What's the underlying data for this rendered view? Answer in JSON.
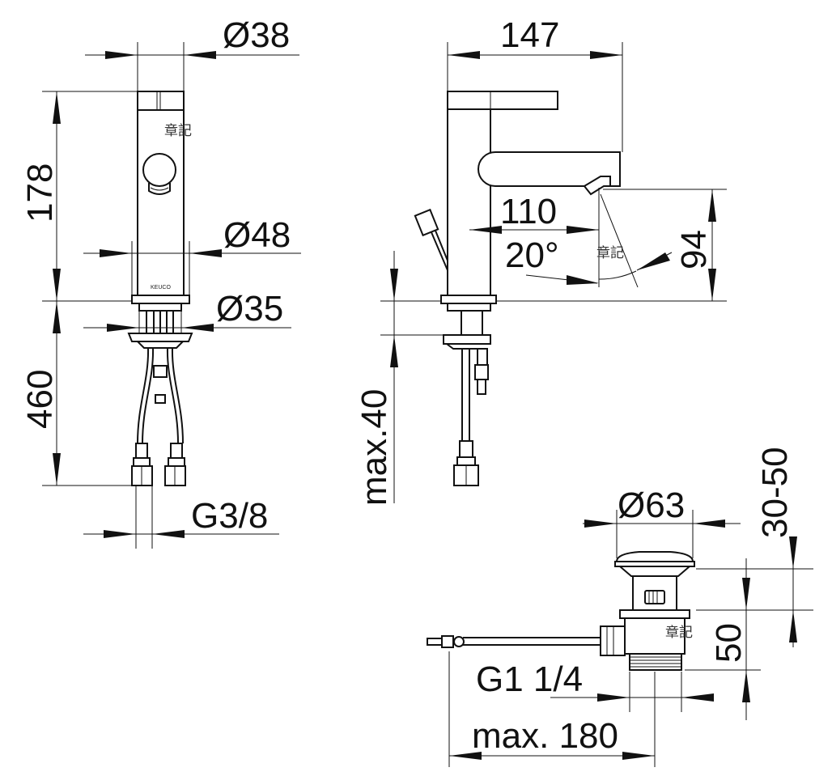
{
  "dimensions": {
    "front_top_diameter": "Ø38",
    "front_height": "178",
    "front_base_diameter": "Ø48",
    "front_flange_diameter": "Ø35",
    "front_hose_length": "460",
    "front_thread": "G3/8",
    "side_width": "147",
    "side_reach": "110",
    "side_angle": "20°",
    "side_spout_height": "94",
    "side_max_thickness": "max.40",
    "waste_cap_diameter": "Ø63",
    "waste_adjust_range": "30-50",
    "waste_height": "50",
    "waste_thread": "G1 1/4",
    "waste_max_length": "max. 180"
  },
  "labels": {
    "brand_mark": "KEUCO",
    "stamp": "章記"
  }
}
